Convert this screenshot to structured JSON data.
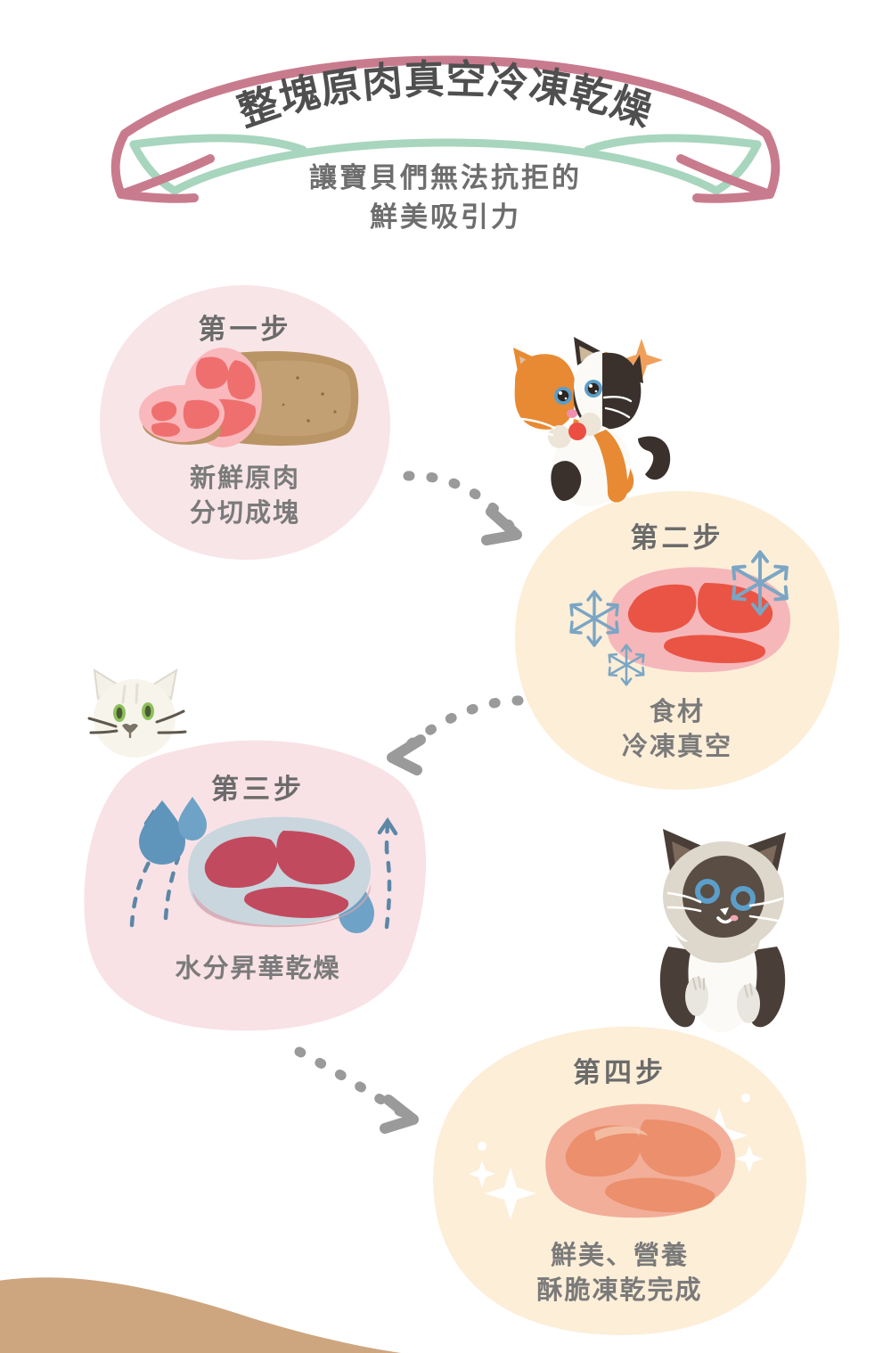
{
  "header": {
    "title": "整塊原肉真空冷凍乾燥",
    "subtitle_line1": "讓寶貝們無法抗拒的",
    "subtitle_line2": "鮮美吸引力",
    "ribbon_pink": "#c97b8e",
    "ribbon_green": "#a8d5bd",
    "title_color": "#4f4f4f"
  },
  "steps": [
    {
      "id": "step-1",
      "title": "第一步",
      "caption_line1": "新鮮原肉",
      "caption_line2": "分切成塊",
      "blob_color": "#f8e5e8",
      "illustration": "raw-meat-block"
    },
    {
      "id": "step-2",
      "title": "第二步",
      "caption_line1": "食材",
      "caption_line2": "冷凍真空",
      "blob_color": "#fdeed8",
      "illustration": "frozen-steak-snowflakes"
    },
    {
      "id": "step-3",
      "title": "第三步",
      "caption_line1": "水分昇華乾燥",
      "caption_line2": "",
      "blob_color": "#f8e2e6",
      "illustration": "steak-water-droplets"
    },
    {
      "id": "step-4",
      "title": "第四步",
      "caption_line1": "鮮美、營養",
      "caption_line2": "酥脆凍乾完成",
      "blob_color": "#fdeed8",
      "illustration": "freeze-dried-steak-sparkles"
    }
  ],
  "decorations": {
    "cat_calico": "calico-cat",
    "cat_white": "white-cat",
    "cat_siamese": "siamese-cat",
    "arrow_1": "dashed-arrow-right-down",
    "arrow_2": "dashed-arrow-left-down",
    "arrow_3": "dashed-arrow-right-down",
    "hill": "tan-hill",
    "hill_color": "#cda680",
    "arrow_color": "#9a9a9a",
    "snowflake_color": "#7aa6c4",
    "droplet_color": "#6b9dc2",
    "sparkle_color": "#ffffff"
  }
}
